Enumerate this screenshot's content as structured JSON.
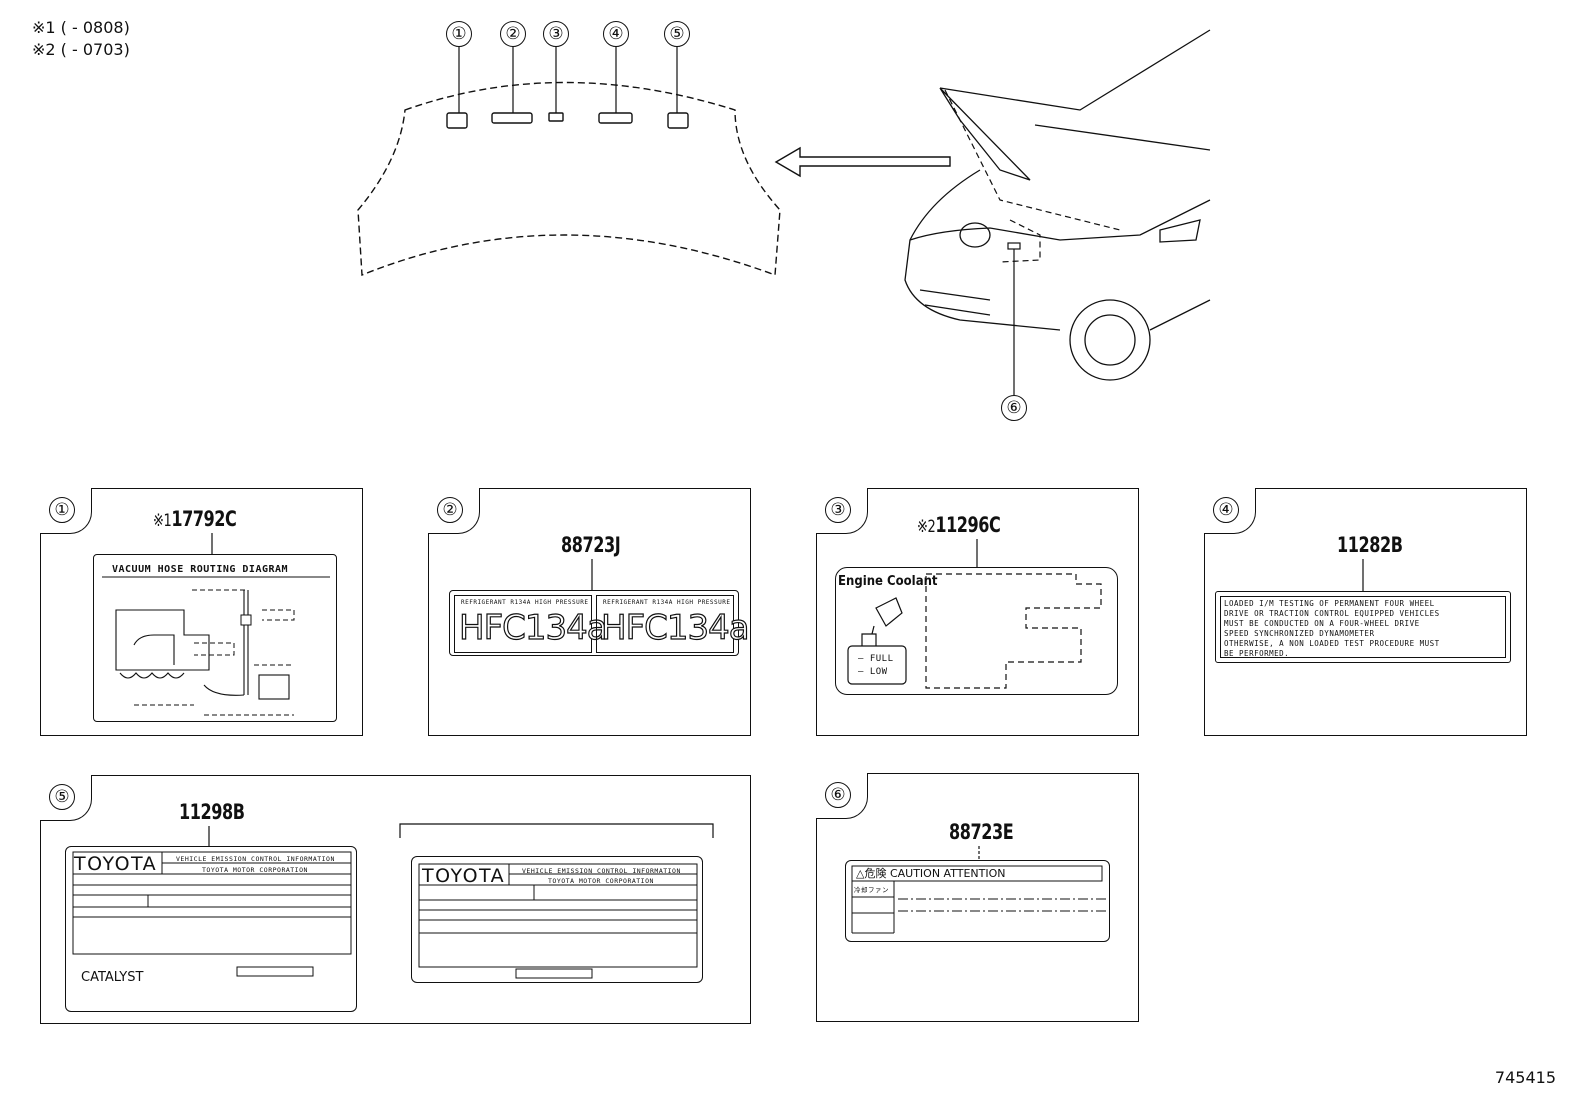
{
  "notes": {
    "note1": "※1 (     - 0808)",
    "note2": "※2 (     - 0703)"
  },
  "callouts": [
    "①",
    "②",
    "③",
    "④",
    "⑤",
    "⑥"
  ],
  "panels": {
    "p1": {
      "num": "①",
      "part_prefix": "※1",
      "part": "17792C",
      "label_title": "VACUUM HOSE ROUTING DIAGRAM"
    },
    "p2": {
      "num": "②",
      "part": "88723J",
      "left_header": "REFRIGERANT R134A HIGH PRESSURE",
      "right_header": "REFRIGERANT R134A HIGH PRESSURE",
      "big_text": "HFC134a"
    },
    "p3": {
      "num": "③",
      "part_prefix": "※2",
      "part": "11296C",
      "coolant": "Engine Coolant",
      "full": "FULL",
      "low": "LOW"
    },
    "p4": {
      "num": "④",
      "part": "11282B",
      "text_lines": [
        "LOADED I/M TESTING OF PERMANENT FOUR WHEEL",
        "DRIVE OR TRACTION CONTROL EQUIPPED VEHICLES",
        "MUST BE CONDUCTED ON A FOUR-WHEEL DRIVE",
        "SPEED SYNCHRONIZED DYNAMOMETER",
        "OTHERWISE, A NON LOADED TEST PROCEDURE MUST",
        "BE PERFORMED."
      ]
    },
    "p5": {
      "num": "⑤",
      "part": "11298B",
      "brand": "TOYOTA",
      "header1": "VEHICLE EMISSION CONTROL INFORMATION",
      "header2": "TOYOTA MOTOR CORPORATION",
      "catalyst": "CATALYST",
      "brand_b": "TOYOTA",
      "header1_b": "VEHICLE EMISSION CONTROL INFORMATION",
      "header2_b": "TOYOTA MOTOR CORPORATION"
    },
    "p6": {
      "num": "⑥",
      "part": "88723E",
      "caution": "△危険   CAUTION  ATTENTION",
      "side_label": "冷却ファン"
    }
  },
  "drawing_id": "745415"
}
